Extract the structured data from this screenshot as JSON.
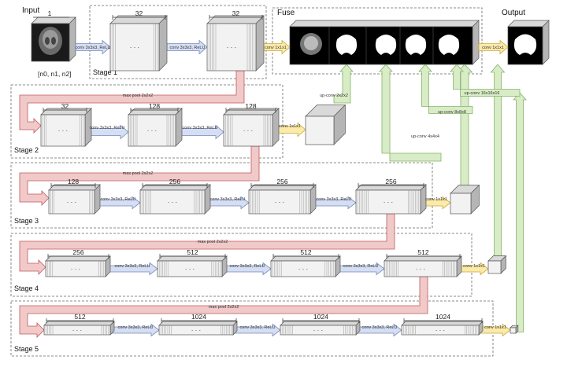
{
  "titles": {
    "input": "Input",
    "fuse": "Fuse",
    "output": "Output"
  },
  "input": {
    "channels": "1",
    "dims": "[n0, n1, n2]"
  },
  "stages": [
    {
      "name": "Stage 1",
      "channels": [
        "32",
        "32"
      ]
    },
    {
      "name": "Stage 2",
      "channels": [
        "32",
        "128",
        "128"
      ]
    },
    {
      "name": "Stage 3",
      "channels": [
        "128",
        "256",
        "256",
        "256"
      ]
    },
    {
      "name": "Stage 4",
      "channels": [
        "256",
        "512",
        "512",
        "512"
      ]
    },
    {
      "name": "Stage 5",
      "channels": [
        "512",
        "1024",
        "1024",
        "1024"
      ]
    }
  ],
  "ops": {
    "conv": "conv 3x3x3, ReLU",
    "conv1x1": "conv 1x1x1",
    "maxpool": "max pool 2x2x2",
    "upconv2": "up-conv 2x2x2",
    "upconv4": "up-conv 4x4x4",
    "upconv8": "up-conv 8x8x8",
    "upconv16": "up-conv 16x16x16",
    "ellipsis": "· · ·"
  },
  "colors": {
    "conv_arrow_fill": "#d6def3",
    "conv_arrow_stroke": "#7388bd",
    "conv1x1_fill": "#fbeaa8",
    "conv1x1_stroke": "#c9a93e",
    "pool_fill": "#f1c9c9",
    "pool_stroke": "#c05a5a",
    "upconv_fill": "#d8ecc6",
    "upconv_stroke": "#86b36a",
    "block_front": "#f2f2f2",
    "block_top": "#d9d9d9",
    "block_side": "#b5b5b5",
    "block_stroke": "#555555"
  }
}
